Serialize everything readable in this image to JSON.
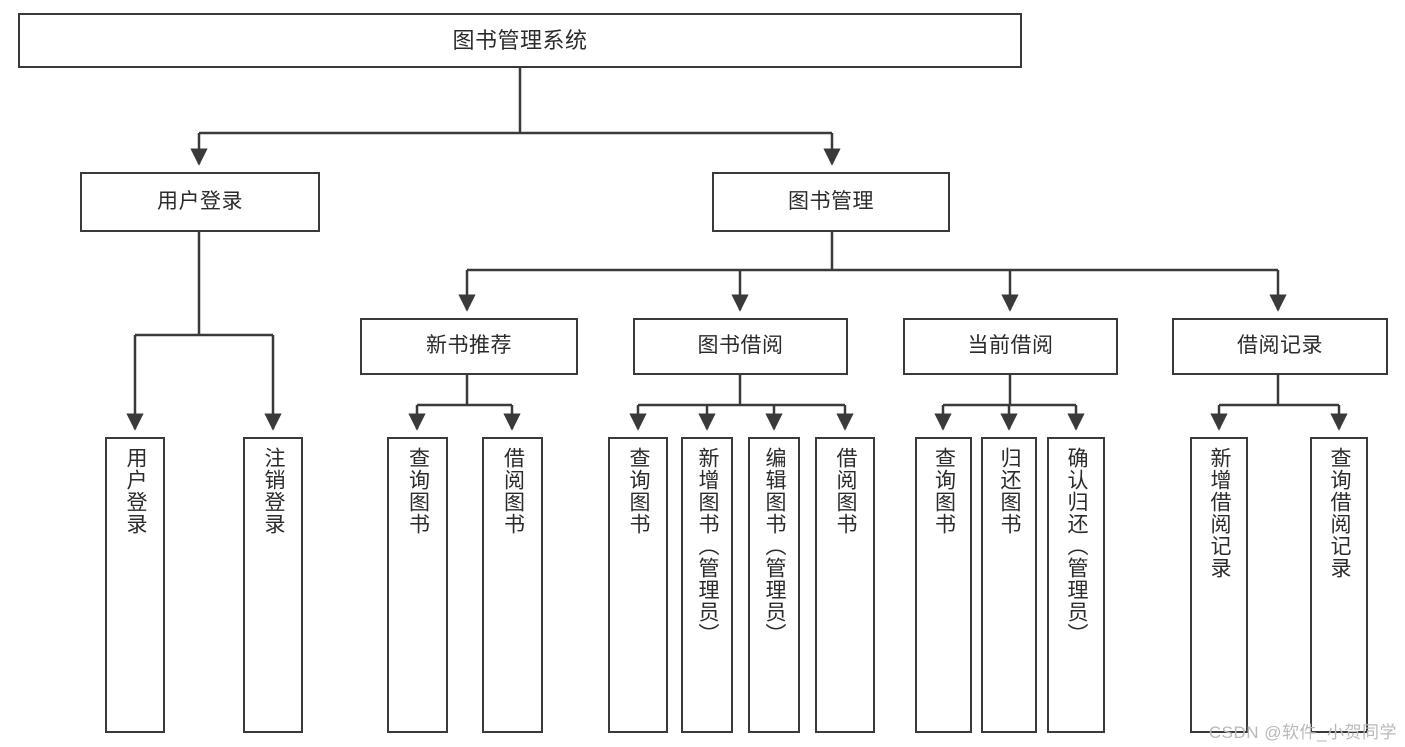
{
  "diagram": {
    "title": "图书管理系统",
    "type": "tree",
    "stroke_color": "#3a3a3a",
    "fill_color": "#ffffff",
    "text_color": "#2b2b2b",
    "watermark": "CSDN @软件_小贺同学"
  },
  "nodes": {
    "root": {
      "label": "图书管理系统"
    },
    "level2": [
      {
        "label": "用户登录"
      },
      {
        "label": "图书管理"
      }
    ],
    "level3": [
      {
        "label": "新书推荐"
      },
      {
        "label": "图书借阅"
      },
      {
        "label": "当前借阅"
      },
      {
        "label": "借阅记录"
      }
    ],
    "leaves": {
      "user_login": [
        {
          "label": "用户登录"
        },
        {
          "label": "注销登录"
        }
      ],
      "new_book": [
        {
          "label": "查询图书"
        },
        {
          "label": "借阅图书"
        }
      ],
      "book_borrow": [
        {
          "label": "查询图书"
        },
        {
          "label": "新增图书（管理员）"
        },
        {
          "label": "编辑图书（管理员）"
        },
        {
          "label": "借阅图书"
        }
      ],
      "current_borrow": [
        {
          "label": "查询图书"
        },
        {
          "label": "归还图书"
        },
        {
          "label": "确认归还（管理员）"
        }
      ],
      "borrow_record": [
        {
          "label": "新增借阅记录"
        },
        {
          "label": "查询借阅记录"
        }
      ]
    }
  },
  "chart_data": {
    "type": "tree",
    "title": "图书管理系统",
    "nodes": [
      {
        "id": "root",
        "label": "图书管理系统",
        "level": 0,
        "parent": null
      },
      {
        "id": "user_login",
        "label": "用户登录",
        "level": 1,
        "parent": "root"
      },
      {
        "id": "book_mgmt",
        "label": "图书管理",
        "level": 1,
        "parent": "root"
      },
      {
        "id": "new_book",
        "label": "新书推荐",
        "level": 2,
        "parent": "book_mgmt"
      },
      {
        "id": "book_borrow",
        "label": "图书借阅",
        "level": 2,
        "parent": "book_mgmt"
      },
      {
        "id": "current_borrow",
        "label": "当前借阅",
        "level": 2,
        "parent": "book_mgmt"
      },
      {
        "id": "borrow_record",
        "label": "借阅记录",
        "level": 2,
        "parent": "book_mgmt"
      },
      {
        "id": "l1",
        "label": "用户登录",
        "level": 2,
        "parent": "user_login"
      },
      {
        "id": "l2",
        "label": "注销登录",
        "level": 2,
        "parent": "user_login"
      },
      {
        "id": "l3",
        "label": "查询图书",
        "level": 3,
        "parent": "new_book"
      },
      {
        "id": "l4",
        "label": "借阅图书",
        "level": 3,
        "parent": "new_book"
      },
      {
        "id": "l5",
        "label": "查询图书",
        "level": 3,
        "parent": "book_borrow"
      },
      {
        "id": "l6",
        "label": "新增图书（管理员）",
        "level": 3,
        "parent": "book_borrow"
      },
      {
        "id": "l7",
        "label": "编辑图书（管理员）",
        "level": 3,
        "parent": "book_borrow"
      },
      {
        "id": "l8",
        "label": "借阅图书",
        "level": 3,
        "parent": "book_borrow"
      },
      {
        "id": "l9",
        "label": "查询图书",
        "level": 3,
        "parent": "current_borrow"
      },
      {
        "id": "l10",
        "label": "归还图书",
        "level": 3,
        "parent": "current_borrow"
      },
      {
        "id": "l11",
        "label": "确认归还（管理员）",
        "level": 3,
        "parent": "current_borrow"
      },
      {
        "id": "l12",
        "label": "新增借阅记录",
        "level": 3,
        "parent": "borrow_record"
      },
      {
        "id": "l13",
        "label": "查询借阅记录",
        "level": 3,
        "parent": "borrow_record"
      }
    ]
  }
}
